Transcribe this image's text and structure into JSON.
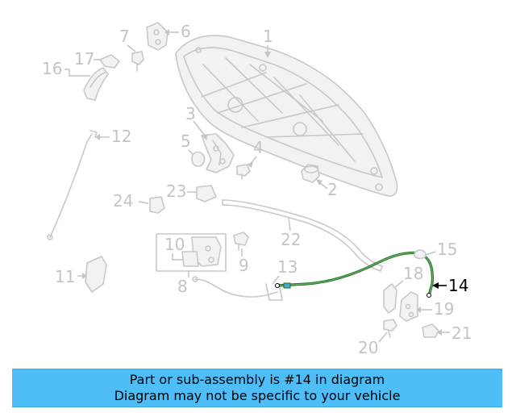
{
  "callouts": {
    "c1": "1",
    "c2": "2",
    "c3": "3",
    "c4": "4",
    "c5": "5",
    "c6": "6",
    "c7": "7",
    "c8": "8",
    "c9": "9",
    "c10": "10",
    "c11": "11",
    "c12": "12",
    "c13": "13",
    "c14": "14",
    "c15": "15",
    "c16": "16",
    "c17": "17",
    "c18": "18",
    "c19": "19",
    "c20": "20",
    "c21": "21",
    "c22": "22",
    "c23": "23",
    "c24": "24"
  },
  "highlighted_part": "14",
  "colors": {
    "highlight_cable": "#1f6b1f",
    "banner": "#4dbef7",
    "callout_text": "#c4c4c4"
  },
  "banner": {
    "line1": "Part or sub-assembly is #14 in diagram",
    "line2": "Diagram may not be specific to your vehicle"
  }
}
